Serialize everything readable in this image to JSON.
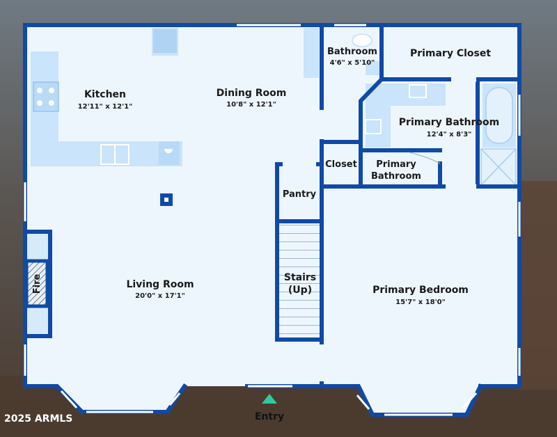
{
  "rooms": {
    "kitchen": {
      "name": "Kitchen",
      "dims": "12'11\" x 12'1\""
    },
    "dining": {
      "name": "Dining Room",
      "dims": "10'8\" x 12'1\""
    },
    "bathroom": {
      "name": "Bathroom",
      "dims": "4'6\" x 5'10\""
    },
    "primary_closet": {
      "name": "Primary Closet"
    },
    "primary_bathroom": {
      "name": "Primary Bathroom",
      "dims": "12'4\" x 8'3\""
    },
    "closet": {
      "name": "Closet"
    },
    "primary_bathroom_small": {
      "line1": "Primary",
      "line2": "Bathroom"
    },
    "pantry": {
      "name": "Pantry"
    },
    "stairs": {
      "line1": "Stairs",
      "line2": "(Up)"
    },
    "living": {
      "name": "Living Room",
      "dims": "20'0\" x 17'1\""
    },
    "fireplace": {
      "name": "Fire"
    },
    "primary_bedroom": {
      "name": "Primary Bedroom",
      "dims": "15'7\" x 18'0\""
    }
  },
  "entry": {
    "label": "Entry"
  },
  "copyright": "2025 ARMLS",
  "colors": {
    "wall": "#0f4aa6",
    "floor": "#eef6fd",
    "fixture": "#c9e4fb",
    "entry_marker": "#2ec9a0"
  }
}
